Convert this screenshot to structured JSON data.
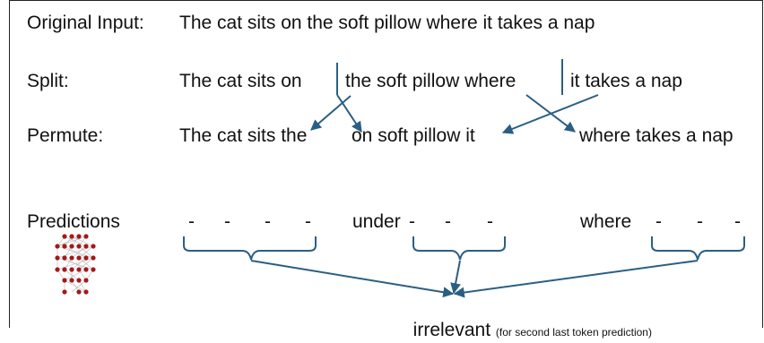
{
  "rows": {
    "original": {
      "label": "Original Input:",
      "text": "The cat sits on the soft pillow where it takes a nap"
    },
    "split": {
      "label": "Split:",
      "seg1": "The cat sits on",
      "seg2": "the soft pillow where",
      "seg3": "it takes a nap"
    },
    "permute": {
      "label": "Permute:",
      "seg1": "The cat sits the",
      "seg2": "on soft pillow it",
      "seg3": "where takes a nap"
    },
    "predictions": {
      "label": "Predictions",
      "dash": "-",
      "word1": "under",
      "word2": "where"
    }
  },
  "footer": {
    "main": "irrelevant",
    "note": "(for second last token prediction)"
  },
  "icon": "neural-network-icon",
  "colors": {
    "arrow": "#2a5f84",
    "node": "#a3191c"
  }
}
